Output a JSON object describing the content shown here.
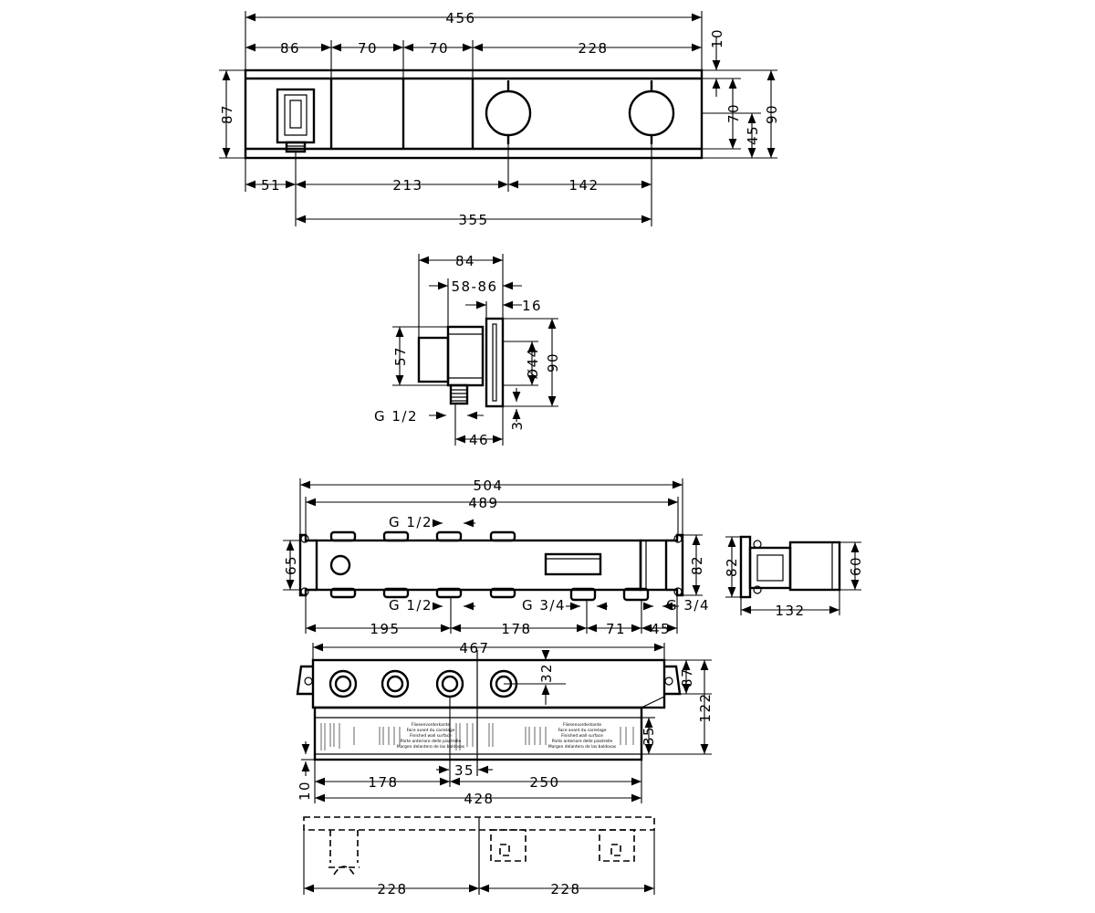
{
  "colors": {
    "line": "#000000",
    "background": "#ffffff"
  },
  "front_view": {
    "dims": {
      "overall_width": "456",
      "seg_1": "86",
      "seg_2": "70",
      "seg_3": "70",
      "seg_4": "228",
      "top_offset": "10",
      "height_left": "87",
      "height_inner": "70",
      "height_axis": "45",
      "height_right": "90",
      "left_offset": "51",
      "center_to_knob": "213",
      "knob_spacing": "142",
      "outlet_to_knob": "355"
    }
  },
  "side_view": {
    "dims": {
      "depth_total": "84",
      "depth_range": "58-86",
      "plate_thickness": "16",
      "height_block": "57",
      "knob_dia": "Ø44",
      "plate_height": "90",
      "thread": "G 1/2",
      "plate_gap": "3",
      "outlet_depth": "46"
    }
  },
  "box_top_view": {
    "dims": {
      "outer_width": "504",
      "inner_width": "489",
      "thread_top": "G 1/2",
      "thread_bottom_left": "G 1/2",
      "thread_bottom_mid": "G 3/4",
      "thread_bottom_right": "G 3/4",
      "height_left": "65",
      "height_right": "82",
      "seg_a": "195",
      "seg_b": "178",
      "seg_c": "71",
      "seg_d": "45"
    }
  },
  "box_side_view": {
    "dims": {
      "height": "82",
      "depth_right": "60",
      "width": "132"
    }
  },
  "box_front_view": {
    "dims": {
      "width": "467",
      "port_dia": "32",
      "height_upper": "87",
      "height_total": "122",
      "height_lower": "35",
      "offset": "35",
      "bottom_offset": "10",
      "seg_left": "178",
      "seg_right": "250",
      "bottom_width": "428"
    },
    "label_strip": {
      "block_a": [
        "Fliesenvorderkante",
        "Face avant du carrelage",
        "Finished wall surface",
        "Parte anteriore delle piastrelle",
        "Margen delantero de las baldosas"
      ],
      "block_b": [
        "Fliesenvorderkante",
        "Face avant du carrelage",
        "Finished wall surface",
        "Parte anteriore delle piastrelle",
        "Margen delantero de las baldosas"
      ]
    }
  },
  "template_view": {
    "dims": {
      "left": "228",
      "right": "228"
    }
  }
}
